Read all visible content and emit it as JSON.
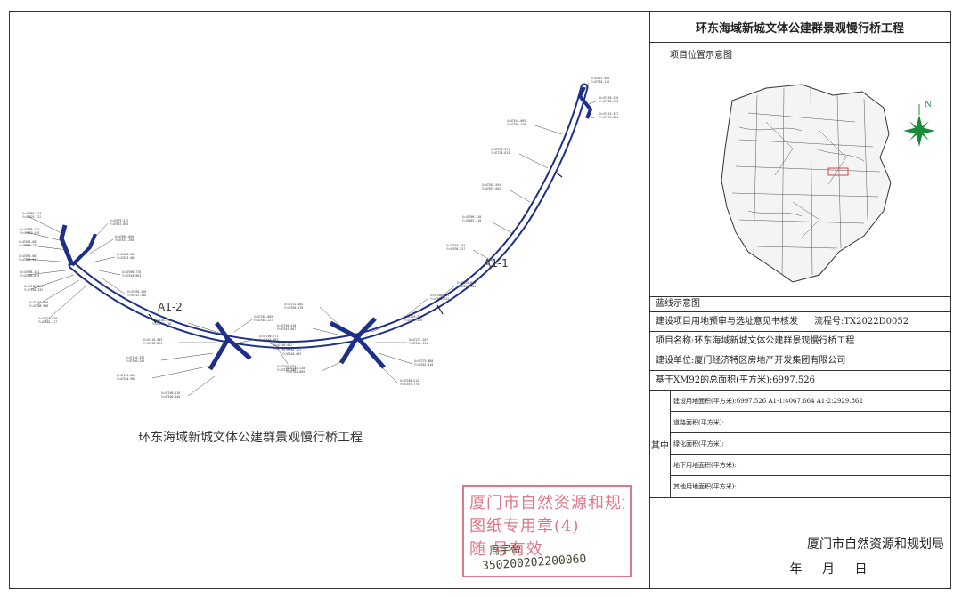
{
  "map": {
    "route_label_a1_1": "A1-1",
    "route_label_a1_2": "A1-2",
    "bridge_title": "环东海域新城文体公建群景观慢行桥工程"
  },
  "panel": {
    "title": "环东海域新城文体公建群景观慢行桥工程",
    "location_caption": "项目位置示意图",
    "line_caption": "蓝线示意图",
    "approval_label": "建设项目用地预审与选址意见书核发",
    "flow_label": "流程号:TX2022D0052",
    "project_name": "项目名称:环东海域新城文体公建群景观慢行桥工程",
    "builder": "建设单位:厦门经济特区房地产开发集团有限公司",
    "total_area": "基于XM92的总面积(平方米):6997.526",
    "among_label": "其中",
    "sub_rows": [
      "建设用地面积(平方米):6997.526 A1-1:4067.664 A1-2:2929.862",
      "道路面积(平方米):",
      "绿化面积(平方米):",
      "地下用地面积(平方米):",
      "其他用地面积(平方米):"
    ],
    "authority": "厦门市自然资源和规划局",
    "date_year": "年",
    "date_month": "月",
    "date_day": "日",
    "north": "N"
  },
  "stamp": {
    "line1": "厦门市自然资源和规划局",
    "line2": "图纸专用章(4)",
    "line3": "随    号有效",
    "signature": "周宇帝",
    "number": "350200202200060"
  },
  "colors": {
    "route": "#1e2f8a",
    "stamp": "#d95a72",
    "site_marker": "#d94444"
  }
}
